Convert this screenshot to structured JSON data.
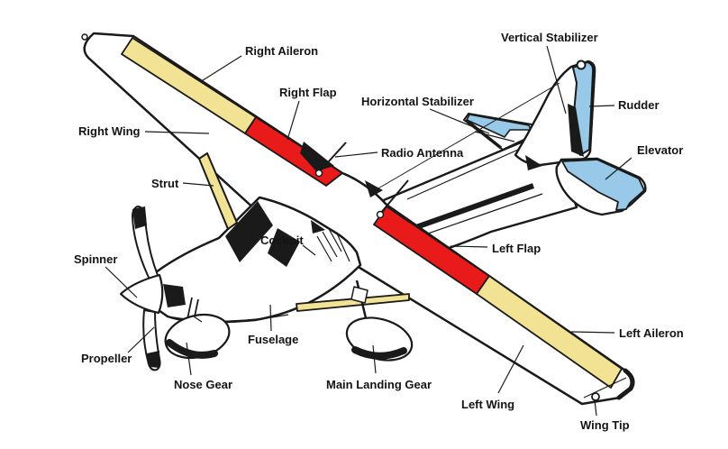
{
  "diagram": {
    "type": "labeled-diagram",
    "subject": "High-wing single-engine airplane parts diagram",
    "background": "#ffffff",
    "outline_color": "#1a1a1a",
    "part_colors": {
      "aileron_and_strut_yellow": "#f2e394",
      "flap_red": "#e81a1a",
      "control_surface_blue": "#99c9e8"
    },
    "labels": {
      "right_aileron": "Right Aileron",
      "right_flap": "Right Flap",
      "vertical_stabilizer": "Vertical Stabilizer",
      "horizontal_stabilizer": "Horizontal Stabilizer",
      "rudder": "Rudder",
      "right_wing": "Right Wing",
      "radio_antenna": "Radio Antenna",
      "elevator": "Elevator",
      "strut": "Strut",
      "cockpit": "Cockpit",
      "left_flap": "Left Flap",
      "spinner": "Spinner",
      "left_aileron": "Left Aileron",
      "propeller": "Propeller",
      "fuselage": "Fuselage",
      "nose_gear": "Nose Gear",
      "main_landing_gear": "Main Landing Gear",
      "left_wing": "Left Wing",
      "wing_tip": "Wing Tip"
    }
  }
}
